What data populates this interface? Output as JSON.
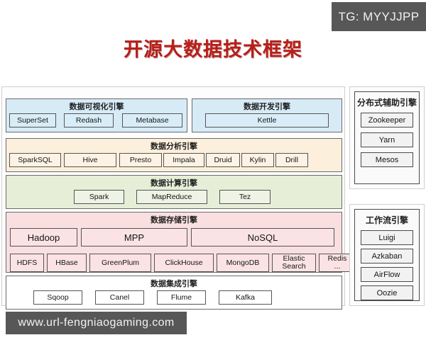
{
  "watermarks": {
    "tg_badge": "TG: MYYJJPP",
    "site": "www.url-fengniaogaming.com"
  },
  "title": "开源大数据技术框架",
  "layers": [
    {
      "id": "visualization",
      "title": "数据可视化引擎",
      "items": [
        "SuperSet",
        "Redash",
        "Metabase"
      ]
    },
    {
      "id": "development",
      "title": "数据开发引擎",
      "items": [
        "Kettle"
      ]
    },
    {
      "id": "analysis",
      "title": "数据分析引擎",
      "items": [
        "SparkSQL",
        "Hive",
        "Presto",
        "Impala",
        "Druid",
        "Kylin",
        "Drill"
      ]
    },
    {
      "id": "compute",
      "title": "数据计算引擎",
      "items": [
        "Spark",
        "MapReduce",
        "Tez"
      ]
    },
    {
      "id": "storage",
      "title": "数据存储引擎",
      "groups": [
        "Hadoop",
        "MPP",
        "NoSQL"
      ],
      "items": [
        "HDFS",
        "HBase",
        "GreenPlum",
        "ClickHouse",
        "MongoDB",
        "Elastic Search",
        "Redis ..."
      ],
      "items_line1": [
        "HDFS",
        "HBase",
        "GreenPlum",
        "ClickHouse",
        "MongoDB",
        "Elastic",
        "Redis"
      ],
      "items_line2": [
        "",
        "",
        "",
        "",
        "",
        "Search",
        "..."
      ]
    },
    {
      "id": "integration",
      "title": "数据集成引擎",
      "items": [
        "Sqoop",
        "Canel",
        "Flume",
        "Kafka"
      ]
    }
  ],
  "side_panels": [
    {
      "id": "distributed-aux",
      "title": "分布式辅助引擎",
      "items": [
        "Zookeeper",
        "Yarn",
        "Mesos"
      ]
    },
    {
      "id": "workflow",
      "title": "工作流引擎",
      "items": [
        "Luigi",
        "Azkaban",
        "AirFlow",
        "Oozie"
      ]
    }
  ],
  "colors": {
    "title": "#b81e18",
    "visualization": "#d7ebf7",
    "development": "#d7ebf7",
    "analysis": "#fcefdc",
    "compute": "#e6eed8",
    "storage": "#fadfe0",
    "integration": "#ffffff",
    "watermark_bg": "#575757"
  }
}
